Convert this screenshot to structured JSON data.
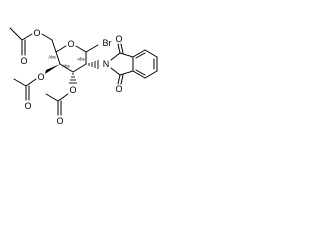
{
  "labels": {
    "bromine": "Br",
    "ring_oxygen": "O",
    "imide_nitrogen": "N",
    "imide_carbonyl_top_o": "O",
    "imide_carbonyl_bottom_o": "O",
    "c6_ester_o": "O",
    "c6_carbonyl_o": "O",
    "c4_ester_o": "O",
    "c4_carbonyl_o": "O",
    "c3_ester_o": "O",
    "c3_carbonyl_o": "O",
    "stereo_abs_1": "Abs",
    "stereo_abs_2": "Abs",
    "stereo_abs_3": "Abs"
  }
}
